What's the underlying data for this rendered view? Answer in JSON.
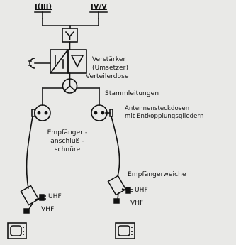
{
  "antennas": {
    "left_label": "I(III)",
    "right_label": "IV/V"
  },
  "labels": {
    "amplifier_line1": "Verstärker",
    "amplifier_line2": "(Umsetzer)",
    "splitter": "Verteilerdose",
    "trunk_lines": "Stammleitungen",
    "sockets_line1": "Antennensteckdosen",
    "sockets_line2": "mit Entkopplungsgliedern",
    "cords_line1": "Empfänger -",
    "cords_line2": "anschluß -",
    "cords_line3": "schnüre",
    "diplexer": "Empfängerweiche",
    "uhf_left": "UHF",
    "vhf_left": "VHF",
    "uhf_right": "UHF",
    "vhf_right": "VHF"
  },
  "icons": [
    "antenna-icon",
    "combiner-icon",
    "amplifier-icon",
    "power-plug-icon",
    "splitter-icon",
    "antenna-socket-icon",
    "diplexer-icon",
    "tv-set-icon"
  ]
}
